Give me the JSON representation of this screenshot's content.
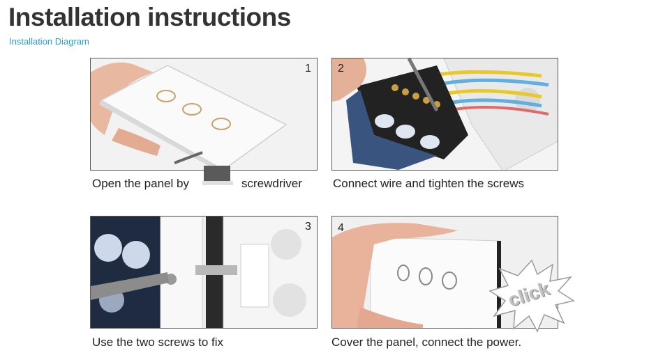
{
  "header": {
    "title": "Installation instructions",
    "subtitle": "Installation Diagram"
  },
  "steps": [
    {
      "number": "1",
      "caption_left": "Open the panel by",
      "caption_right": "screwdriver"
    },
    {
      "number": "2",
      "caption": "Connect wire and tighten the screws"
    },
    {
      "number": "3",
      "caption": "Use the two screws to fix"
    },
    {
      "number": "4",
      "caption": "Cover the panel, connect the power."
    }
  ],
  "click_badge": "click"
}
